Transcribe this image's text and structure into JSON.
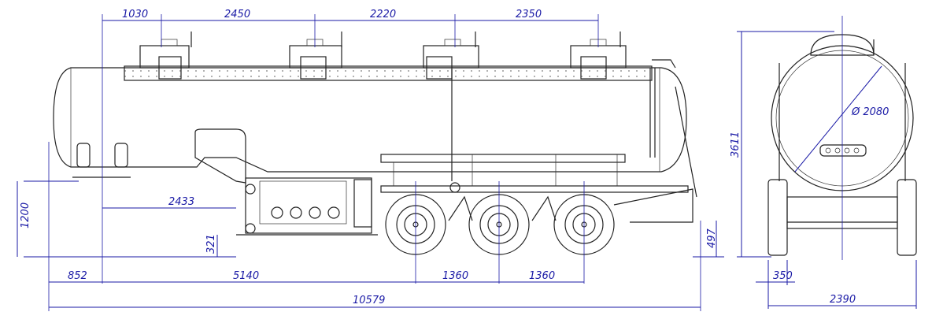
{
  "drawing": {
    "side_view": {
      "top_spacing": [
        "1030",
        "2450",
        "2220",
        "2350"
      ],
      "left_heights": [
        "1200",
        "2433",
        "321"
      ],
      "right_height": "497",
      "bottom_spacing": [
        "852",
        "5140",
        "1360",
        "1360"
      ],
      "overall_length": "10579"
    },
    "rear_view": {
      "diameter": "Ø 2080",
      "overall_height": "3611",
      "track_offset": "350",
      "overall_width": "2390"
    }
  }
}
